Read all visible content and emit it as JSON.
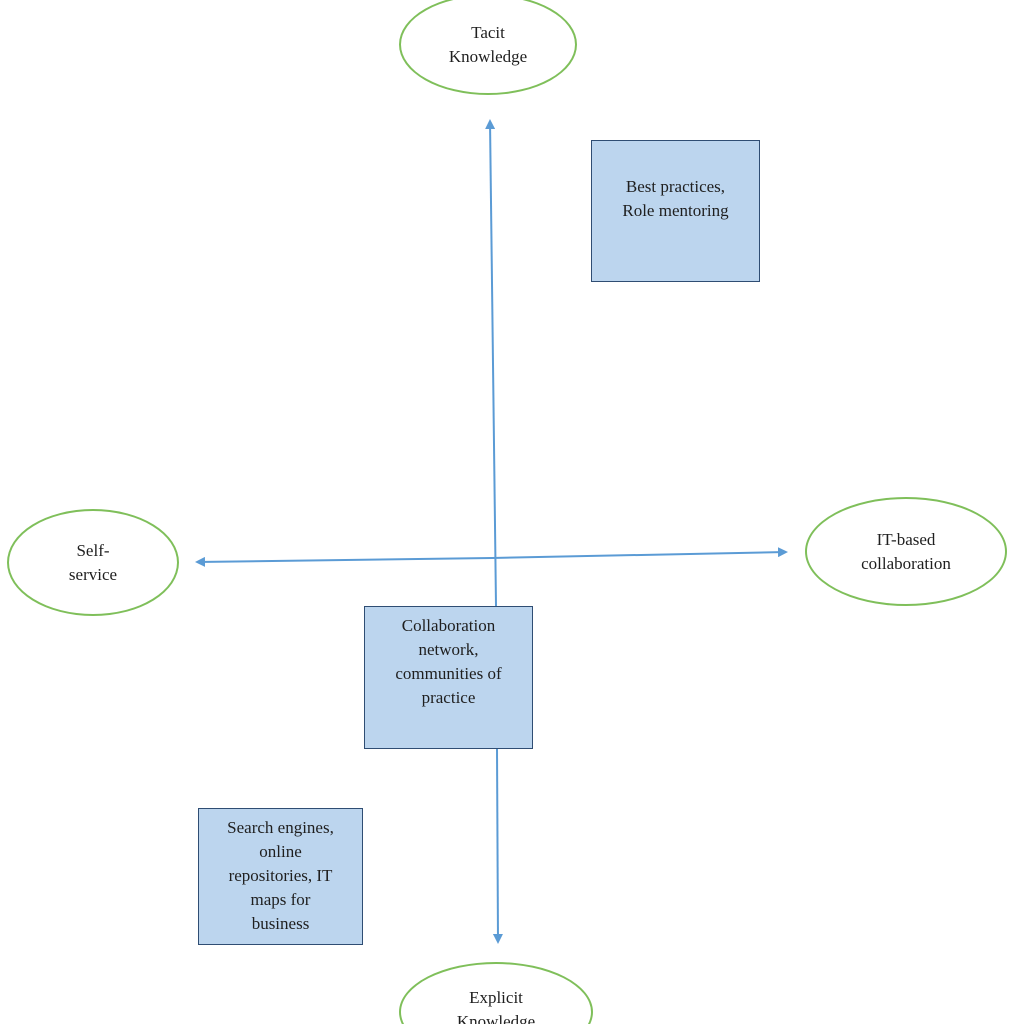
{
  "nodes": {
    "tacit": {
      "lines": [
        "Tacit",
        "Knowledge"
      ]
    },
    "explicit": {
      "lines": [
        "Explicit",
        "Knowledge"
      ]
    },
    "self_service": {
      "lines": [
        "Self-",
        "service"
      ]
    },
    "it_collab": {
      "lines": [
        "IT-based",
        "collaboration"
      ]
    }
  },
  "boxes": {
    "best_practices": {
      "lines": [
        "Best practices,",
        "Role mentoring"
      ]
    },
    "collab_network": {
      "lines": [
        "Collaboration",
        "network,",
        "communities of",
        "practice"
      ]
    },
    "search_engines": {
      "lines": [
        "Search engines,",
        "online",
        "repositories, IT",
        "maps for",
        "business"
      ]
    }
  },
  "colors": {
    "arrow": "#5b9bd5",
    "ellipse_border": "#7fbf5a",
    "box_fill": "#bcd5ee",
    "box_border": "#2f4d73"
  }
}
